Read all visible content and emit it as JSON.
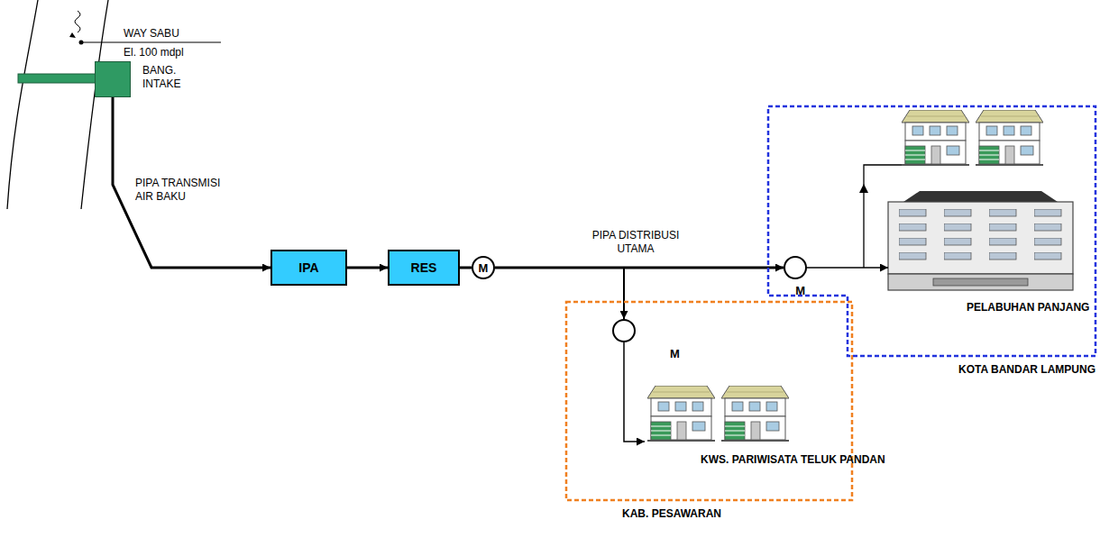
{
  "diagram": {
    "nodes": [
      {
        "text": [
          "BANG. INTAKE"
        ]
      },
      {
        "text": [
          "IPA"
        ]
      },
      {
        "text": [
          "RES"
        ]
      },
      {
        "text": [
          "M"
        ]
      },
      {
        "text": [
          "KAB. PESAWARAN"
        ]
      },
      {
        "text": [
          "M"
        ],
        "in": 4
      },
      {
        "text": [
          "KWS. PARIWISATA TELUK PANDAN"
        ],
        "in": 4
      },
      {
        "text": [
          "KOTA BANDAR LAMPUNG"
        ]
      },
      {
        "text": [
          "M"
        ],
        "in": 7
      },
      {
        "text": [
          "PELABUHAN PANJANG"
        ],
        "in": 7
      }
    ],
    "edges": [
      {
        "from": 0,
        "to": 1,
        "arrow": "to",
        "label": "PIPA TRANSMISI AIR BAKU"
      },
      {
        "from": 1,
        "to": 2,
        "arrow": "to"
      },
      {
        "from": 2,
        "to": 3,
        "arrow": "none"
      },
      {
        "from": 3,
        "to": 5,
        "arrow": "to"
      },
      {
        "from": 3,
        "to": 8,
        "arrow": "to",
        "label": "PIPA DISTRIBUSI UTAMA"
      },
      {
        "from": 5,
        "to": 6,
        "arrow": "to"
      },
      {
        "from": 8,
        "to": 9,
        "arrow": "to"
      }
    ],
    "labels": [
      "WAY SABU",
      "El. 100 mdpl"
    ]
  }
}
